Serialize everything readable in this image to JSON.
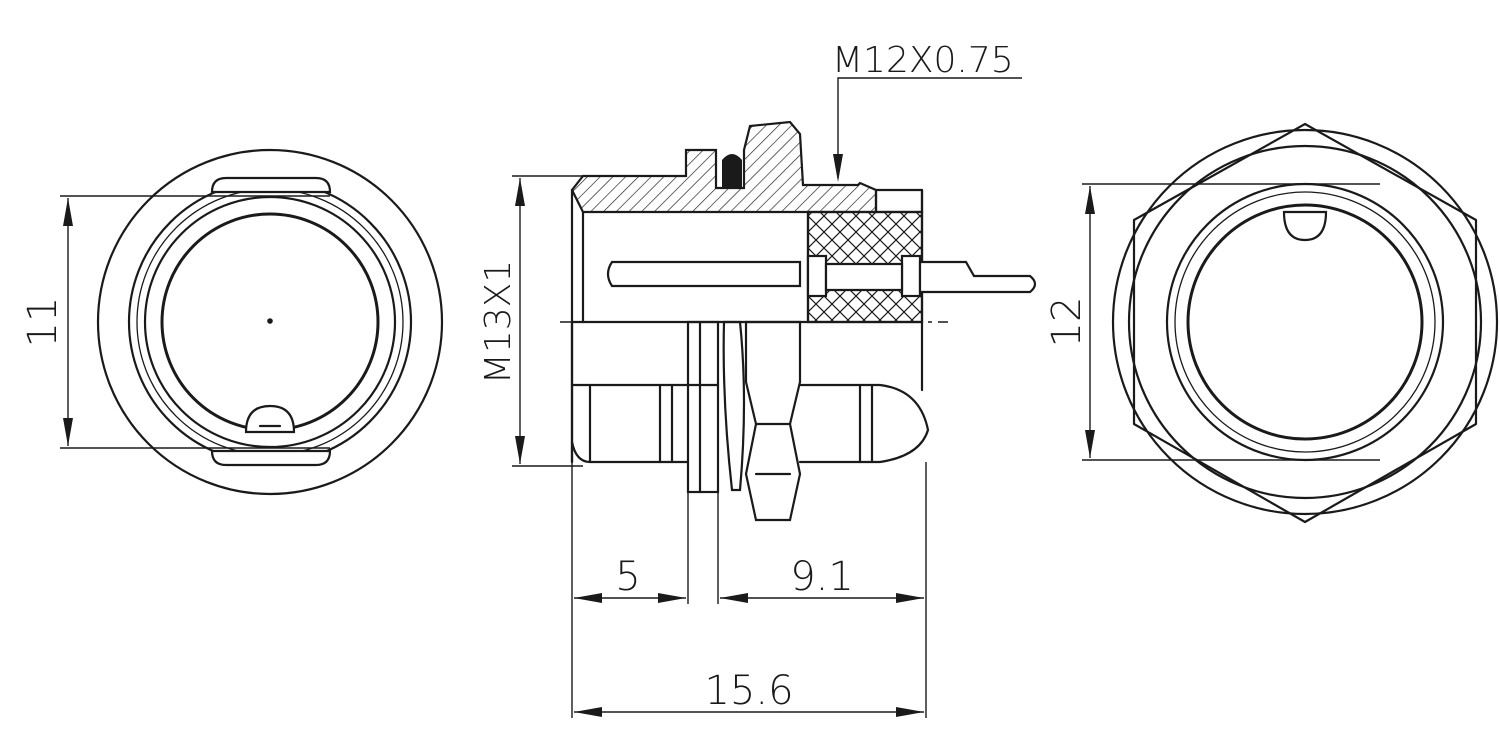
{
  "dimensions": {
    "left_view_diameter": "11",
    "right_view_diameter": "12",
    "thread_outer": "M13X1",
    "thread_nut": "M12X0.75",
    "front_length": "5",
    "rear_length": "9.1",
    "total_length": "15.6"
  },
  "colors": {
    "line": "#1a1a1a",
    "background": "#ffffff"
  }
}
